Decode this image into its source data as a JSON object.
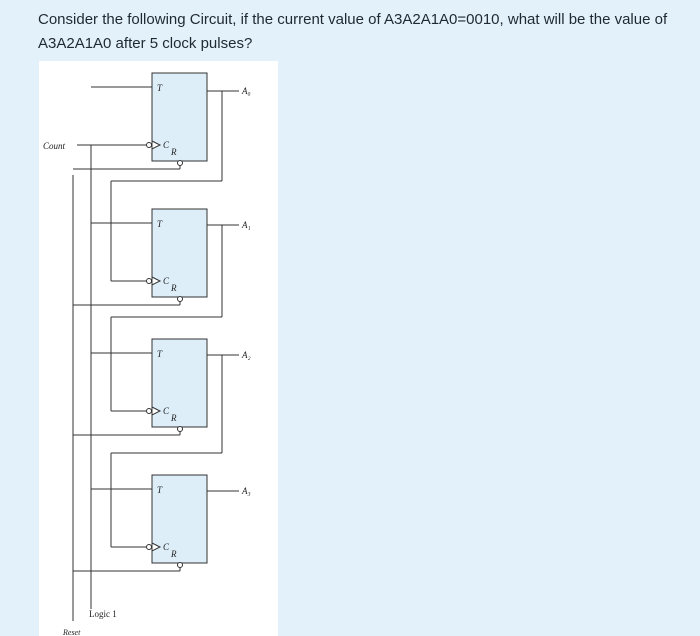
{
  "question": {
    "line1": "Consider the following Circuit, if the current value of A3A2A1A0=0010, what will be the value of",
    "line2": "A3A2A1A0 after 5 clock pulses?"
  },
  "diagram": {
    "count_label": "Count",
    "logic_label": "Logic 1",
    "reset_label": "Reset",
    "flipflops": [
      {
        "t_label": "T",
        "c_label": "C",
        "r_label": "R",
        "output_label": "A₀"
      },
      {
        "t_label": "T",
        "c_label": "C",
        "r_label": "R",
        "output_label": "A₁"
      },
      {
        "t_label": "T",
        "c_label": "C",
        "r_label": "R",
        "output_label": "A₂"
      },
      {
        "t_label": "T",
        "c_label": "C",
        "r_label": "R",
        "output_label": "A₃"
      }
    ]
  },
  "colors": {
    "page_background": "#e3f1fa",
    "flipflop_fill": "#ddeef9",
    "wire": "#333333"
  }
}
